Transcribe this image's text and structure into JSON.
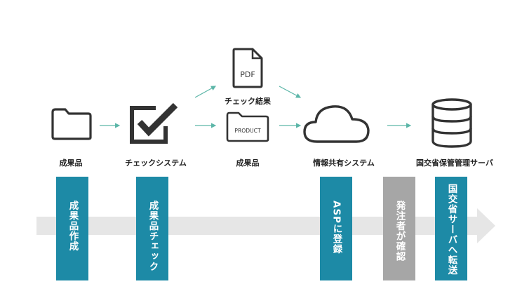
{
  "diagram": {
    "nodes": [
      {
        "id": "deliverable",
        "label": "成果品",
        "icon": "folder-icon"
      },
      {
        "id": "check-system",
        "label": "チェックシステム",
        "icon": "checkbox-check-icon"
      },
      {
        "id": "check-result",
        "label": "チェック結果",
        "icon": "pdf-file-icon",
        "icon_text": "PDF"
      },
      {
        "id": "product",
        "label": "成果品",
        "icon": "product-folder-icon",
        "icon_text": "PRODUCT"
      },
      {
        "id": "info-sharing",
        "label": "情報共有システム",
        "icon": "cloud-icon"
      },
      {
        "id": "mlit-server",
        "label": "国交省保管管理サーバ",
        "icon": "database-icon"
      }
    ],
    "steps": [
      {
        "label": "成果品作成",
        "color": "#1d8aa6"
      },
      {
        "label": "成果品チェック",
        "color": "#1d8aa6"
      },
      {
        "label": "ASPに登録",
        "color": "#1d8aa6"
      },
      {
        "label": "発注者が確認",
        "color": "#a6a6a6"
      },
      {
        "label": "国交省サーバへ転送",
        "color": "#1d8aa6"
      }
    ],
    "colors": {
      "accent": "#1d8aa6",
      "arrow": "#5cb6a8",
      "band": "#e6e6e6",
      "icon": "#333333"
    }
  }
}
